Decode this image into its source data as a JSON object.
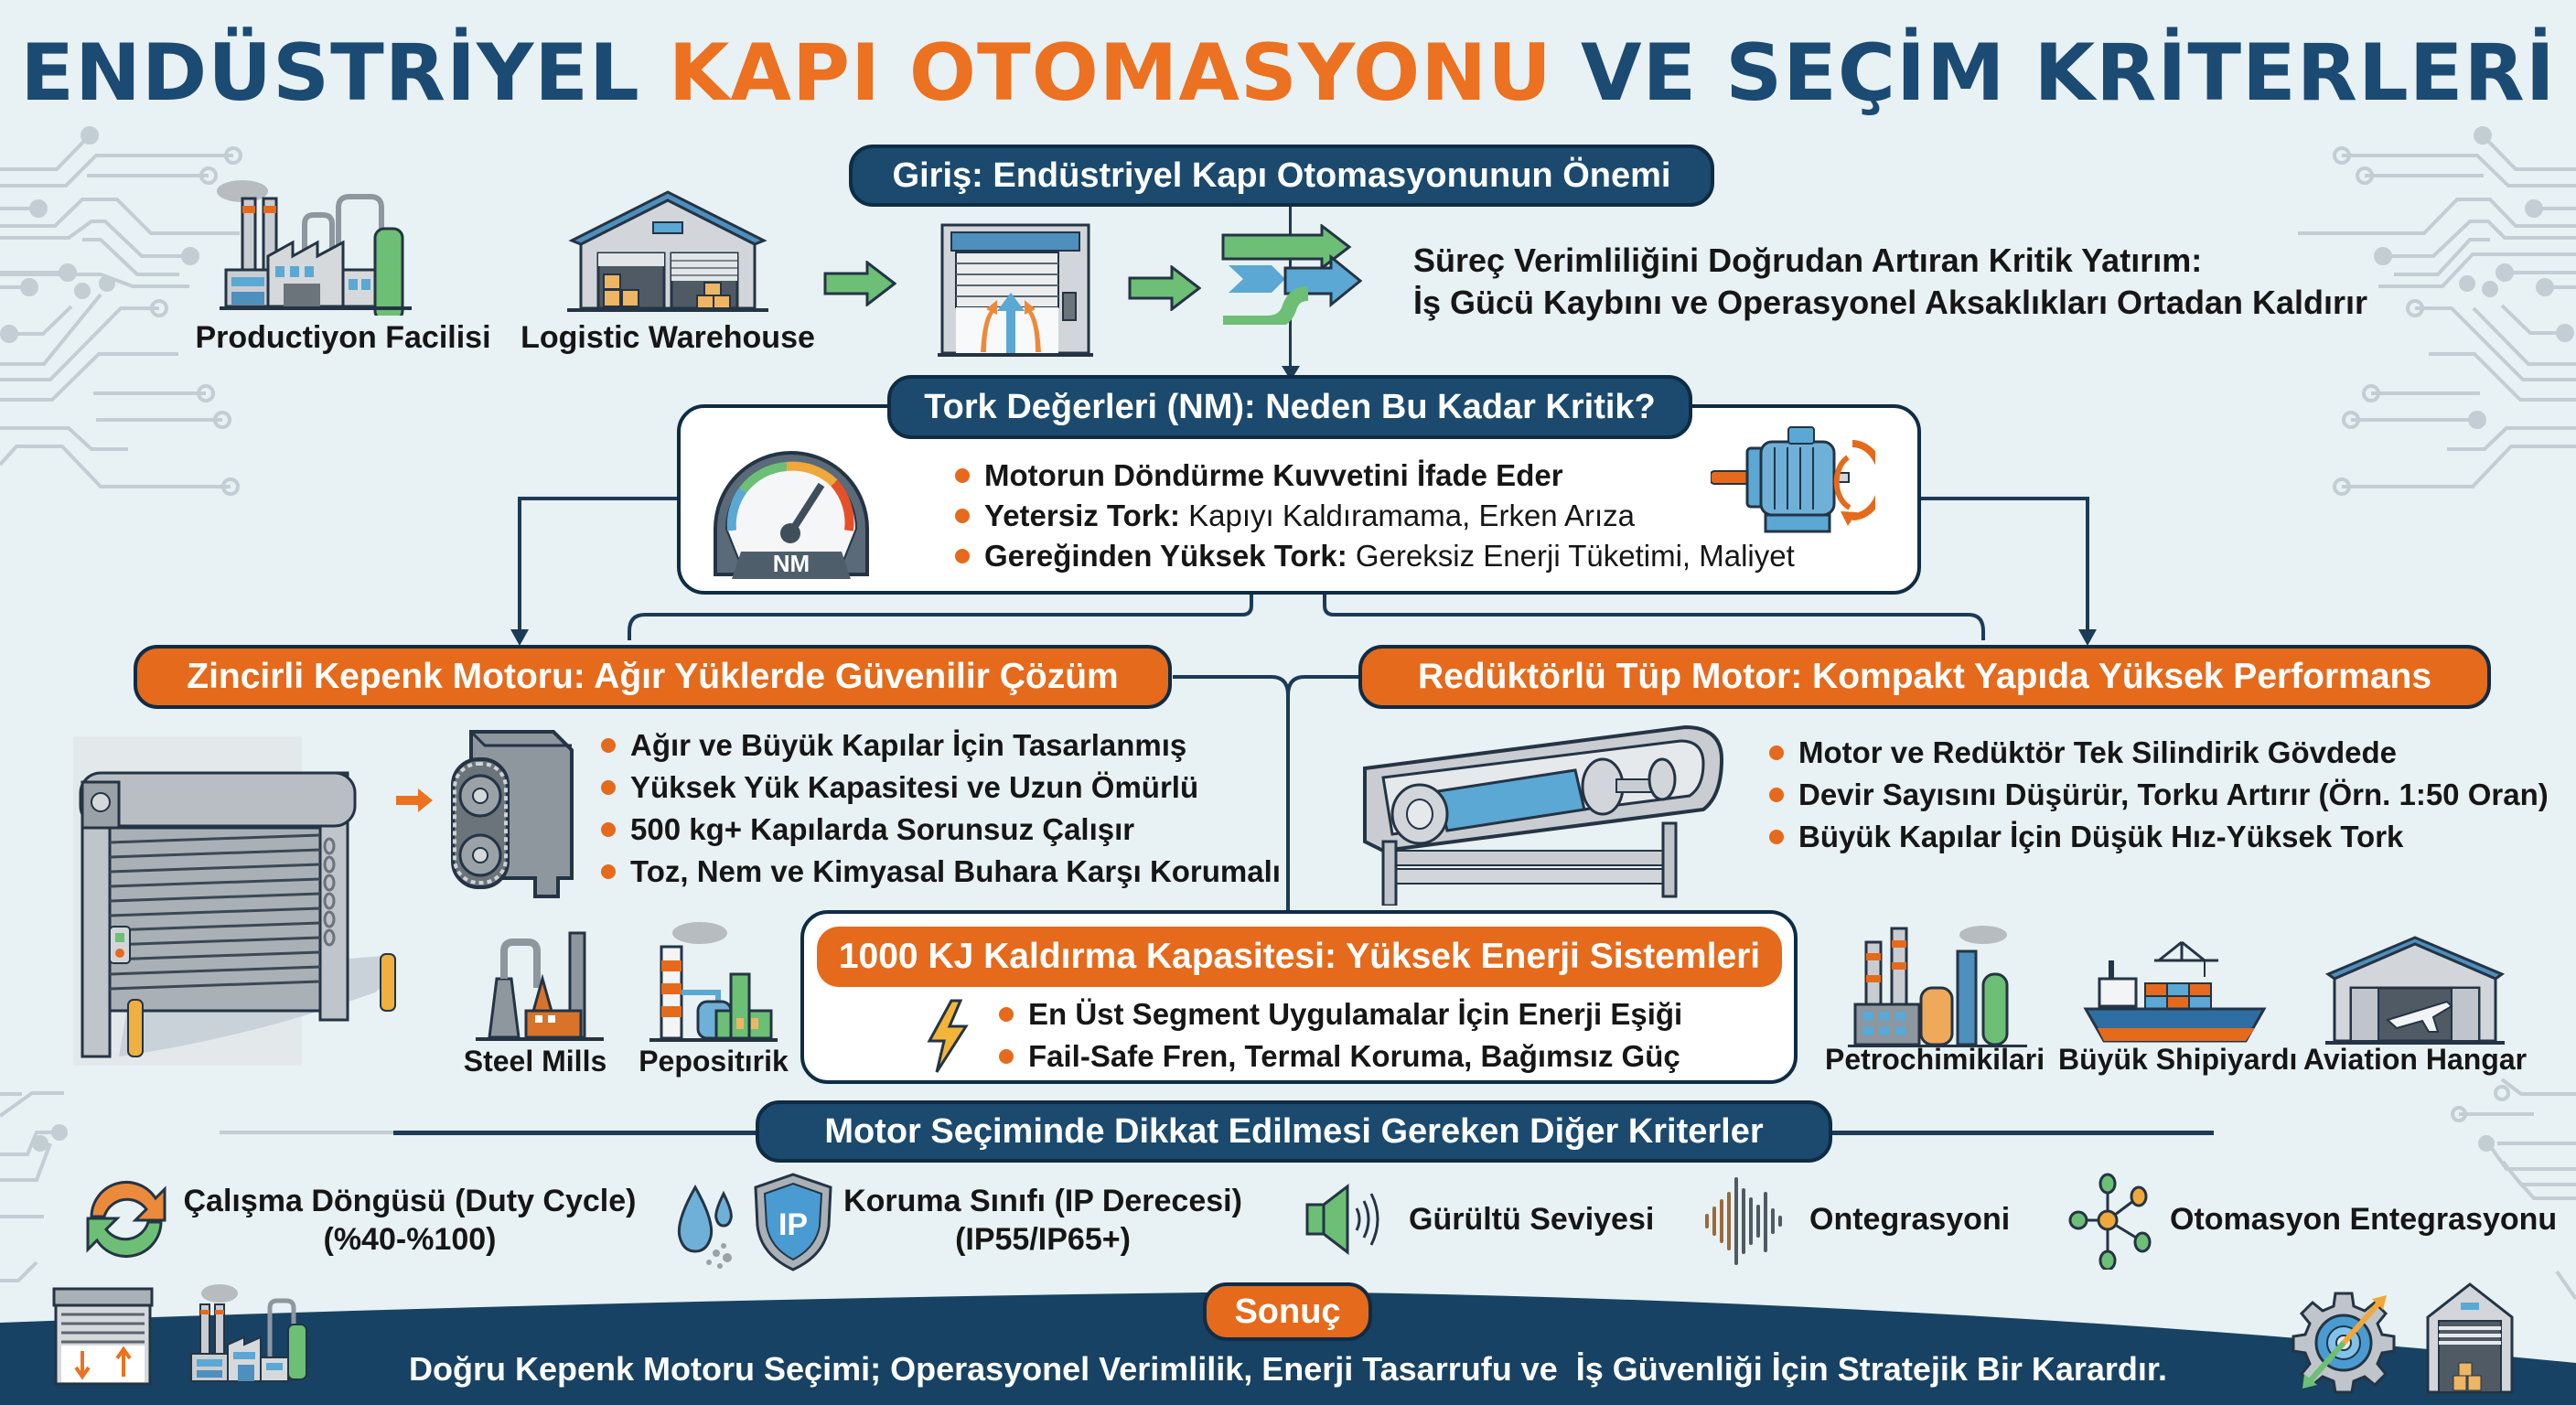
{
  "title": {
    "part1": "ENDÜSTRİYEL",
    "part2": "KAPI OTOMASYONU",
    "part3": "VE SEÇİM KRİTERLERİ",
    "colors": {
      "navy": "#1b4a73",
      "orange": "#ec7120"
    }
  },
  "intro": {
    "header": "Giriş: Endüstriyel Kapı Otomasyonunun Önemi",
    "icons": [
      {
        "icon": "factory-icon",
        "label": "Productiyon Facilisi"
      },
      {
        "icon": "warehouse-icon",
        "label": "Logistic Warehouse"
      },
      {
        "icon": "automatic-door-icon",
        "label": ""
      },
      {
        "icon": "flow-arrows-icon",
        "label": ""
      }
    ],
    "statement_line1": "Süreç Verimliliğini Doğrudan Artıran Kritik Yatırım:",
    "statement_line2": "İş Gücü Kaybını ve Operasyonel Aksaklıkları Ortadan Kaldırır"
  },
  "torque": {
    "header": "Tork Değerleri (NM): Neden Bu Kadar Kritik?",
    "gauge_label": "NM",
    "bullets": [
      {
        "bold": "Motorun Döndürme Kuvvetini İfade Eder",
        "rest": ""
      },
      {
        "bold": "Yetersiz Tork:",
        "rest": " Kapıyı Kaldıramama, Erken Arıza"
      },
      {
        "bold": "Gereğinden Yüksek Tork:",
        "rest": " Gereksiz Enerji Tüketimi, Maliyet"
      }
    ]
  },
  "chain_motor": {
    "header": "Zincirli Kepenk Motoru: Ağır Yüklerde Güvenilir Çözüm",
    "bullets": [
      "Ağır ve Büyük Kapılar İçin Tasarlanmış",
      "Yüksek Yük Kapasitesi ve Uzun Ömürlü",
      "500 kg+ Kapılarda Sorunsuz Çalışır",
      "Toz, Nem ve Kimyasal Buhara Karşı Korumalı"
    ],
    "applications": [
      "Steel Mills",
      "Pepositırik"
    ]
  },
  "tube_motor": {
    "header": "Redüktörlü Tüp Motor: Kompakt Yapıda Yüksek Performans",
    "bullets": [
      "Motor ve Redüktör Tek Silindirik Gövdede",
      "Devir Sayısını Düşürür, Torku Artırır (Örn. 1:50 Oran)",
      "Büyük Kapılar İçin Düşük Hız-Yüksek Tork"
    ],
    "applications": [
      "Petrochimikilari",
      "Büyük Shipiyardı",
      "Aviation Hangar"
    ]
  },
  "energy": {
    "header": "1000 KJ Kaldırma Kapasitesi: Yüksek Enerji Sistemleri",
    "bullets": [
      "En Üst Segment Uygulamalar İçin Enerji Eşiği",
      "Fail-Safe Fren, Termal Koruma, Bağımsız Güç"
    ]
  },
  "criteria": {
    "header": "Motor Seçiminde Dikkat Edilmesi Gereken Diğer Kriterler",
    "items": [
      {
        "icon": "cycle-arrows-icon",
        "line1": "Çalışma Döngüsü (Duty Cycle)",
        "line2": "(%40-%100)"
      },
      {
        "icon": "ip-shield-icon",
        "line1": "Koruma Sınıfı (IP Derecesi)",
        "line2": "(IP55/IP65+)"
      },
      {
        "icon": "speaker-icon",
        "line1": "Gürültü Seviyesi",
        "line2": ""
      },
      {
        "icon": "sound-wave-icon",
        "line1": "Ontegrasyoni",
        "line2": ""
      },
      {
        "icon": "network-nodes-icon",
        "line1": "Otomasyon Entegrasyonu",
        "line2": ""
      }
    ]
  },
  "conclusion": {
    "header": "Sonuç",
    "text": "Doğru Kepenk Motoru Seçimi; Operasyonel Verimlilik, Enerji Tasarrufu ve  İş Güvenliği İçin Stratejik Bir Karardır."
  }
}
